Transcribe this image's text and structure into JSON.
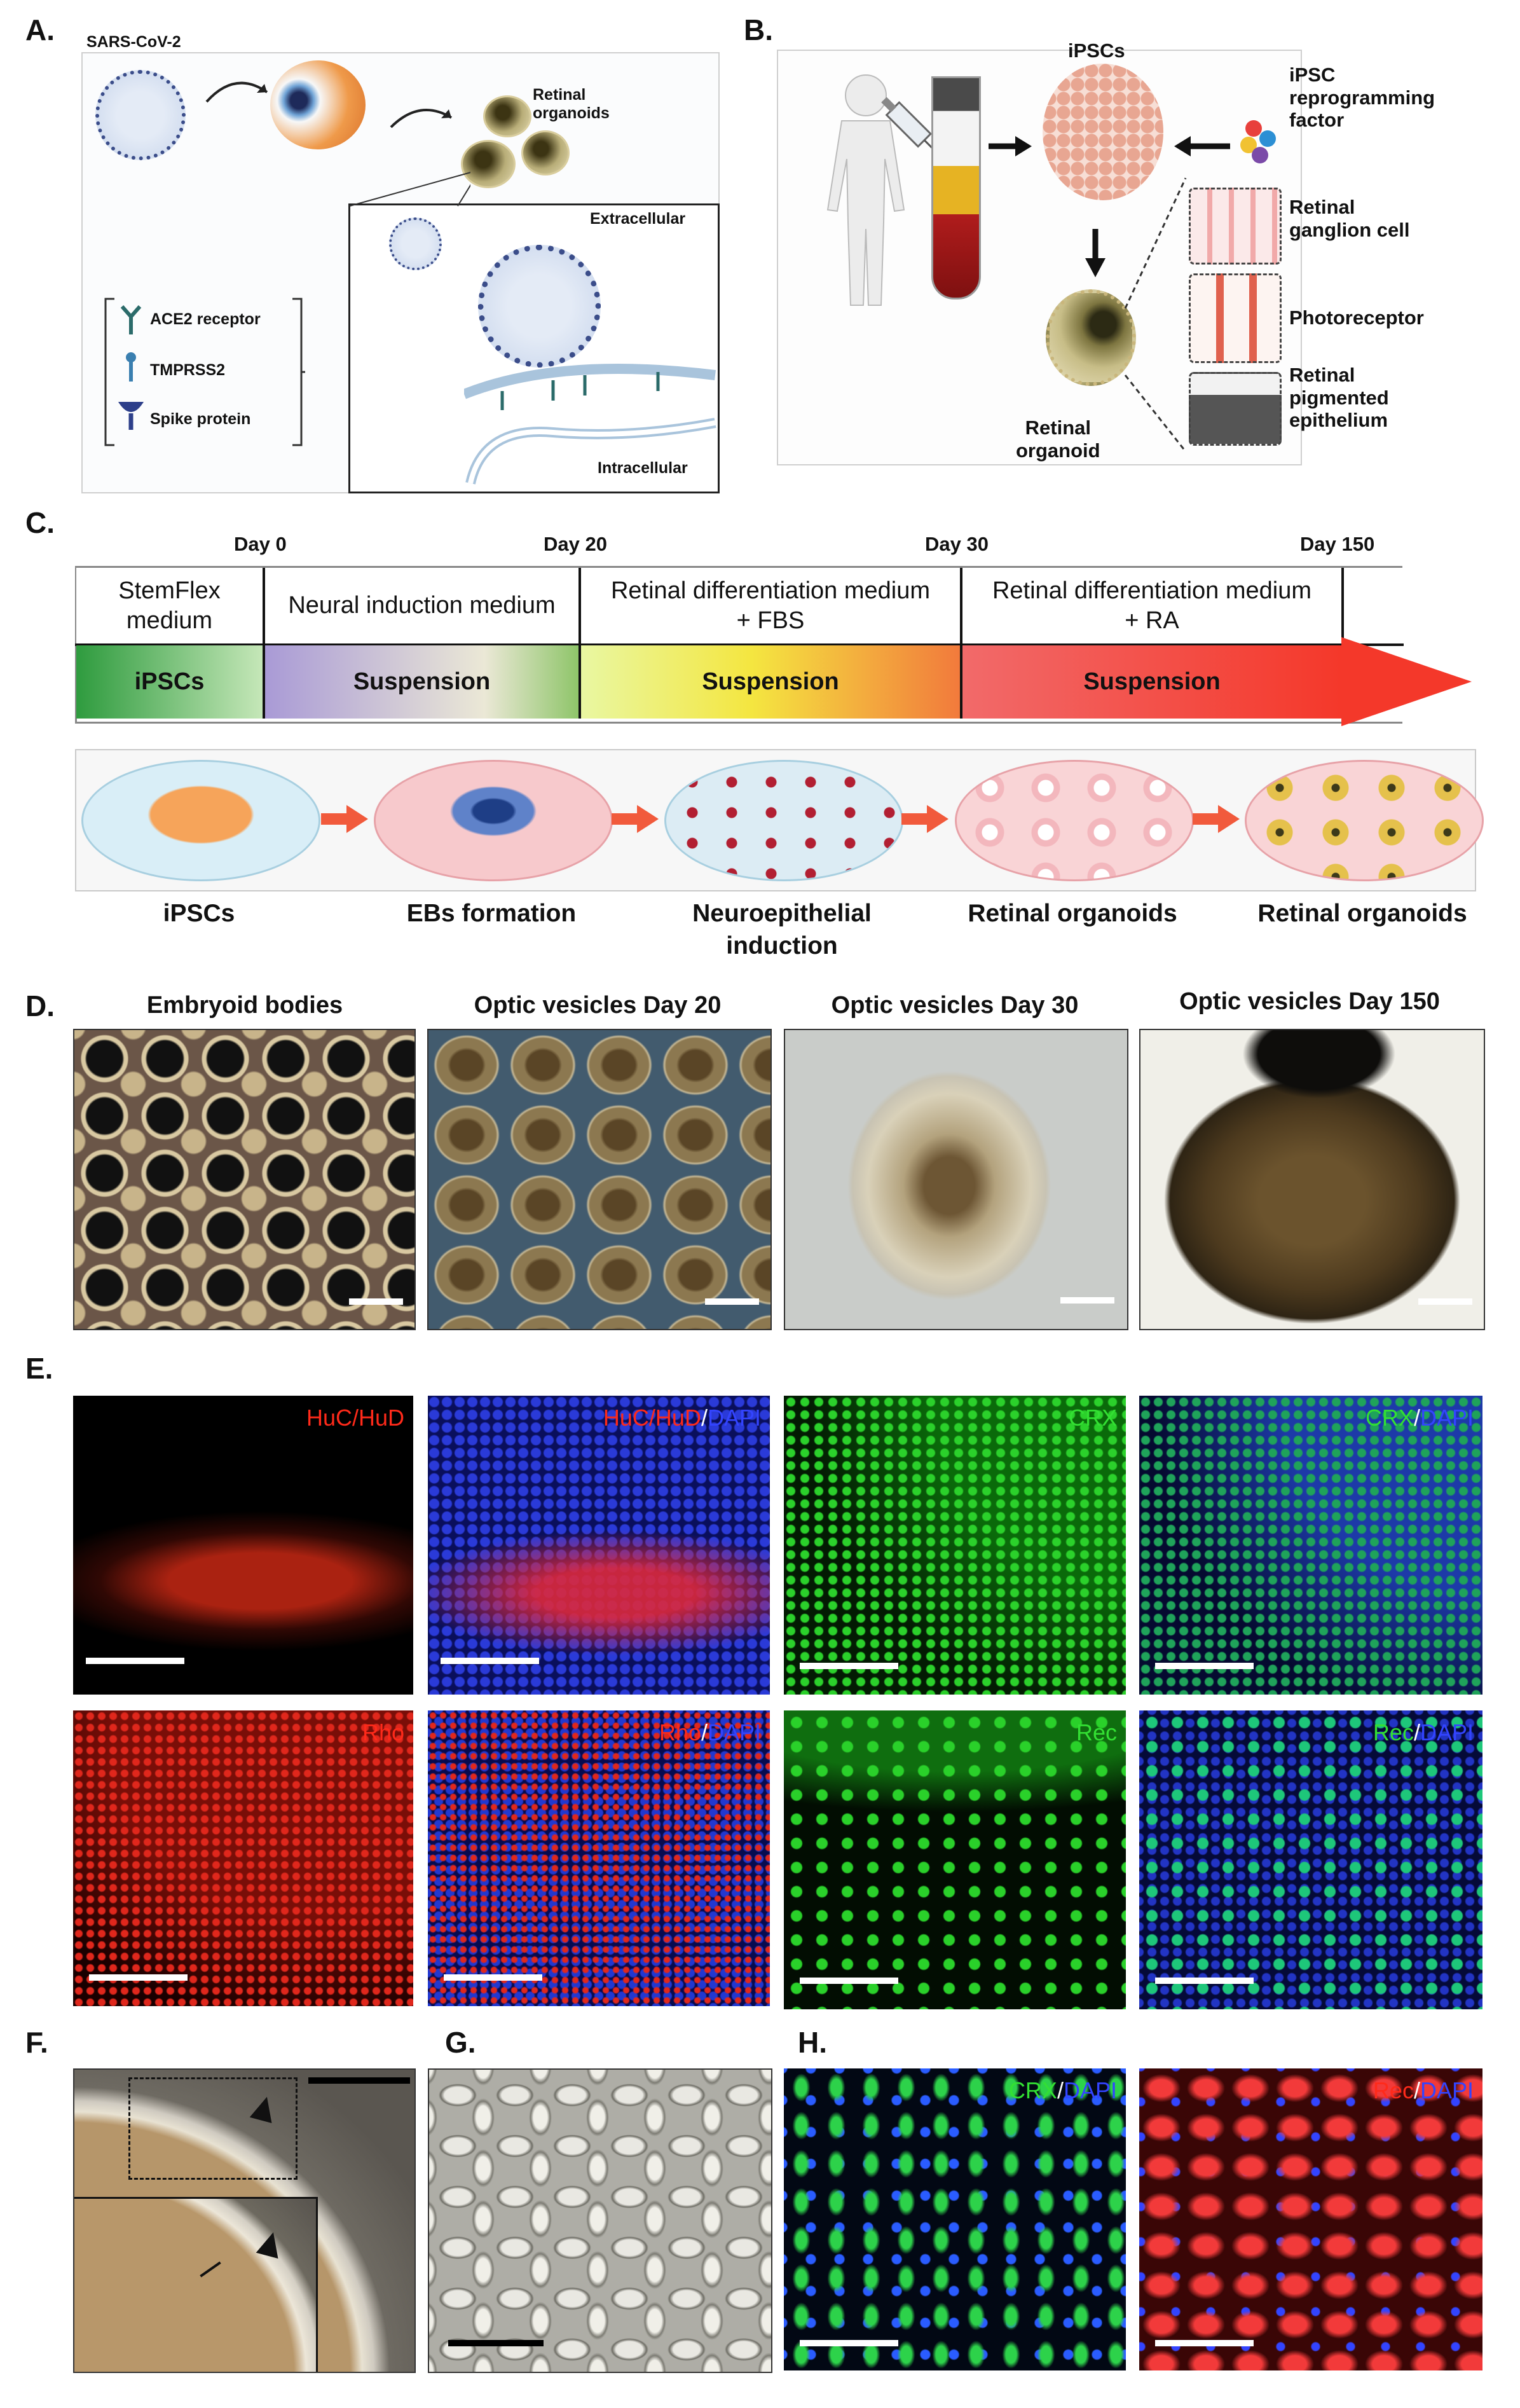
{
  "panels": {
    "a": "A.",
    "b": "B.",
    "c": "C.",
    "d": "D.",
    "e": "E.",
    "f": "F.",
    "g": "G.",
    "h": "H."
  },
  "panelA": {
    "virus": "SARS-CoV-2",
    "organoids": "Retinal\norganoids",
    "extracellular": "Extracellular",
    "intracellular": "Intracellular",
    "legend": [
      "ACE2 receptor",
      "TMPRSS2",
      "Spike protein"
    ]
  },
  "panelB": {
    "ipscs": "iPSCs",
    "factor": "iPSC\nreprogramming\nfactor",
    "rgc": "Retinal\nganglion cell",
    "photoreceptor": "Photoreceptor",
    "rpe": "Retinal\npigmented\nepithelium",
    "organoid": "Retinal\norganoid"
  },
  "panelC": {
    "days": [
      "Day 0",
      "Day 20",
      "Day 30",
      "Day 150"
    ],
    "media": [
      "StemFlex\nmedium",
      "Neural induction medium",
      "Retinal differentiation medium\n+ FBS",
      "Retinal differentiation medium\n+ RA"
    ],
    "stages": [
      "iPSCs",
      "Suspension",
      "Suspension",
      "Suspension"
    ],
    "dish_labels": [
      "iPSCs",
      "EBs formation",
      "Neuroepithelial\ninduction",
      "Retinal organoids",
      "Retinal organoids"
    ]
  },
  "panelD": {
    "titles": [
      "Embryoid bodies",
      "Optic vesicles Day 20",
      "Optic vesicles Day 30",
      "Optic vesicles Day 150"
    ]
  },
  "panelE": {
    "row1": [
      {
        "parts": [
          "HuC/HuD"
        ],
        "colors": [
          "#ff2a1a"
        ]
      },
      {
        "parts": [
          "HuC/HuD",
          "/",
          "DAPI"
        ],
        "colors": [
          "#ff2a1a",
          "#ffffff",
          "#3344ff"
        ]
      },
      {
        "parts": [
          "CRX"
        ],
        "colors": [
          "#33e033"
        ]
      },
      {
        "parts": [
          "CRX",
          "/",
          "DAPI"
        ],
        "colors": [
          "#33e033",
          "#ffffff",
          "#3344ff"
        ]
      }
    ],
    "row2": [
      {
        "parts": [
          "Rho"
        ],
        "colors": [
          "#ff2a1a"
        ]
      },
      {
        "parts": [
          "Rho",
          "/",
          "DAPI"
        ],
        "colors": [
          "#ff2a1a",
          "#ffffff",
          "#3344ff"
        ]
      },
      {
        "parts": [
          "Rec"
        ],
        "colors": [
          "#33e033"
        ]
      },
      {
        "parts": [
          "Rec",
          "/",
          "DAPI"
        ],
        "colors": [
          "#33e033",
          "#ffffff",
          "#3344ff"
        ]
      }
    ]
  },
  "panelH": {
    "left": {
      "parts": [
        "CRX",
        "/",
        "DAPI"
      ],
      "colors": [
        "#33e033",
        "#ffffff",
        "#3344ff"
      ]
    },
    "right": {
      "parts": [
        "Rec",
        "/",
        "DAPI"
      ],
      "colors": [
        "#ff2a1a",
        "#ffffff",
        "#3344ff"
      ]
    }
  }
}
